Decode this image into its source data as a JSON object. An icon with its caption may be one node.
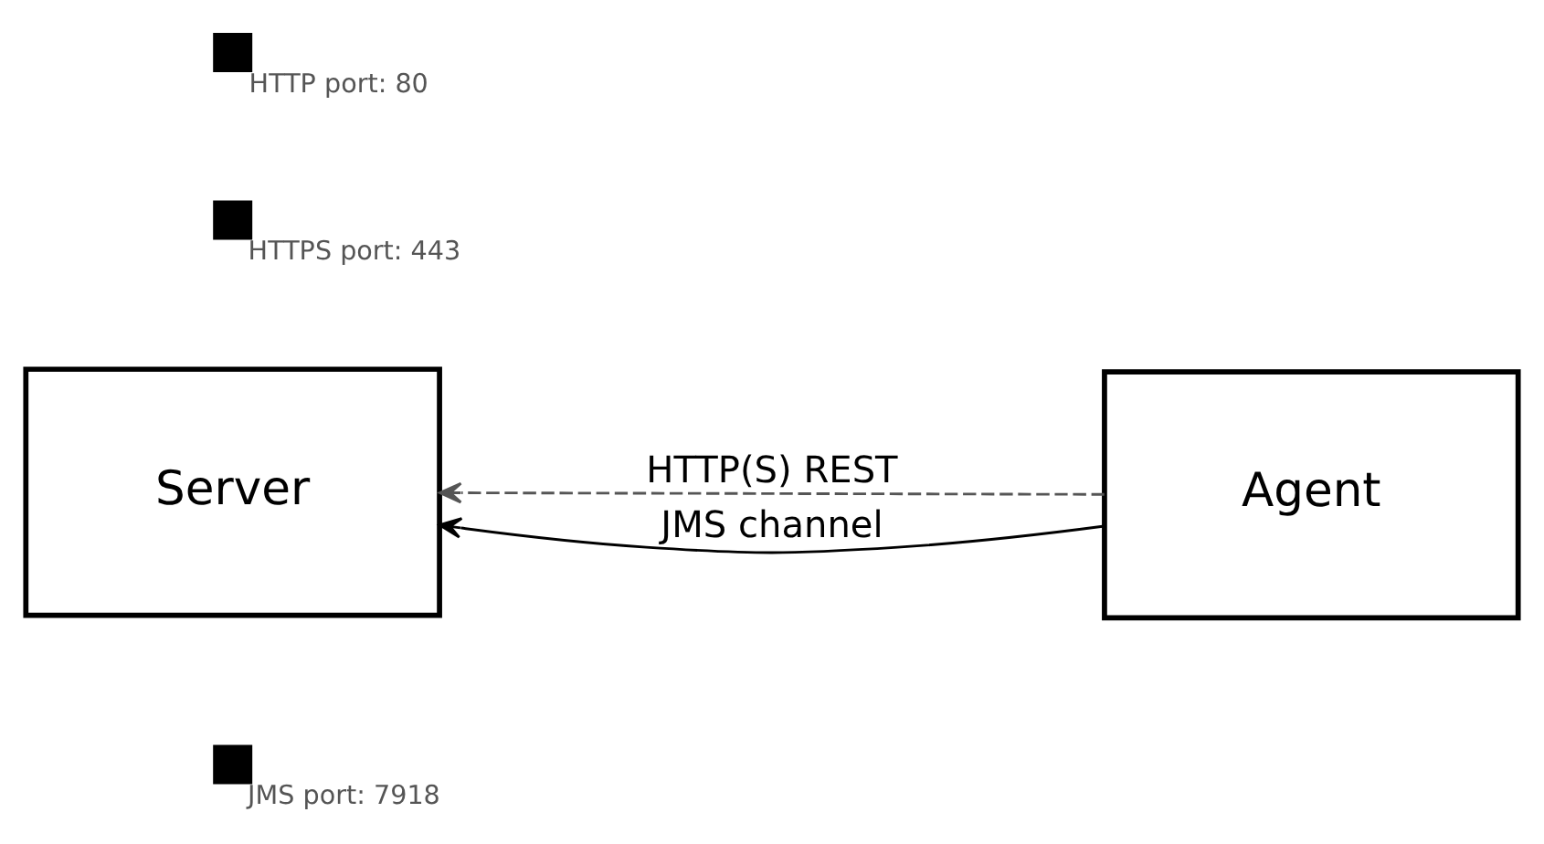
{
  "diagram": {
    "nodes": [
      {
        "text": [],
        "shape": "box",
        "beside": [
          "HTTP port: 80"
        ]
      },
      {
        "text": [],
        "shape": "box",
        "beside": [
          "HTTPS port: 443"
        ]
      },
      {
        "text": [
          "Server"
        ]
      },
      {
        "text": [],
        "shape": "box",
        "beside": [
          "JMS port: 7918"
        ]
      },
      {
        "text": [
          "Agent"
        ]
      }
    ],
    "edges": [
      {
        "from": 4,
        "to": 2,
        "arrow": "to",
        "label": "HTTP(S) REST",
        "style": "dashed",
        "color": "#555555"
      },
      {
        "from": 4,
        "to": 2,
        "arrow": "to",
        "label": "JMS channel"
      }
    ]
  }
}
